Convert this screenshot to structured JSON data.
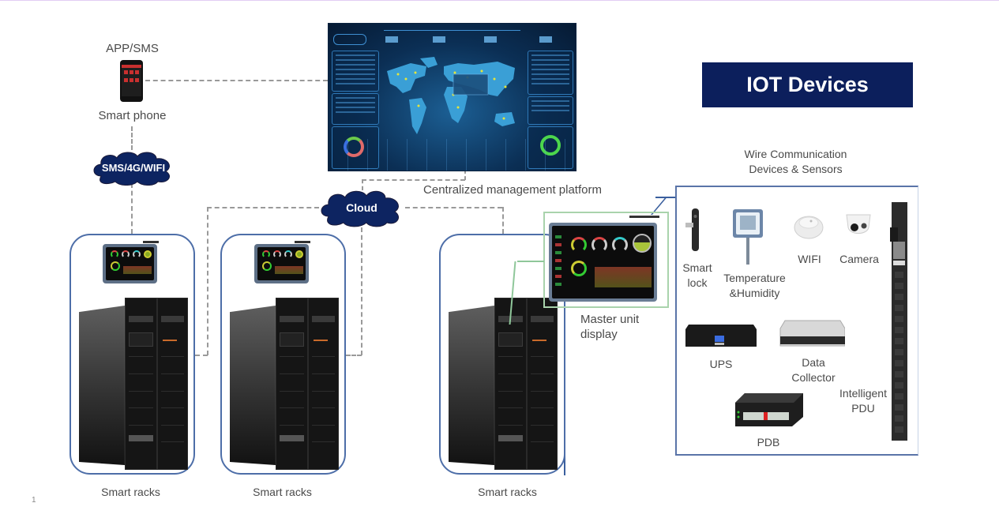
{
  "slide": {
    "page_number": "1",
    "title": "IOT Devices",
    "colors": {
      "accent_navy": "#0c1f5c",
      "cloud_fill": "#0d2461",
      "frame_blue": "#4d6ea8",
      "connector_gray": "#9a9a9a",
      "connector_green": "#8fc79a"
    }
  },
  "phone": {
    "top_label": "APP/SMS",
    "bottom_label": "Smart phone",
    "icon": "smartphone-icon"
  },
  "clouds": {
    "network": "SMS/4G/WIFI",
    "cloud": "Cloud"
  },
  "platform": {
    "label": "Centralized management platform",
    "icon": "world-map-dashboard"
  },
  "racks": [
    {
      "label": "Smart racks"
    },
    {
      "label": "Smart racks"
    },
    {
      "label": "Smart racks"
    }
  ],
  "master_display": {
    "label_line1": "Master unit",
    "label_line2": "display"
  },
  "devices_section": {
    "heading_line1": "Wire Communication",
    "heading_line2": "Devices & Sensors",
    "items": {
      "smart_lock": {
        "line1": "Smart",
        "line2": "lock",
        "icon": "smart-lock-icon"
      },
      "temp_humidity": {
        "line1": "Temperature",
        "line2": "&Humidity",
        "icon": "thermometer-sensor-icon"
      },
      "wifi": {
        "line1": "WIFI",
        "icon": "wifi-sensor-icon"
      },
      "camera": {
        "line1": "Camera",
        "icon": "camera-icon"
      },
      "ups": {
        "line1": "UPS",
        "icon": "ups-icon"
      },
      "data_collector": {
        "line1": "Data",
        "line2": "Collector",
        "icon": "data-collector-icon"
      },
      "pdb": {
        "line1": "PDB",
        "icon": "pdb-icon"
      },
      "pdu": {
        "line1": "Intelligent",
        "line2": "PDU",
        "icon": "pdu-icon"
      }
    }
  }
}
